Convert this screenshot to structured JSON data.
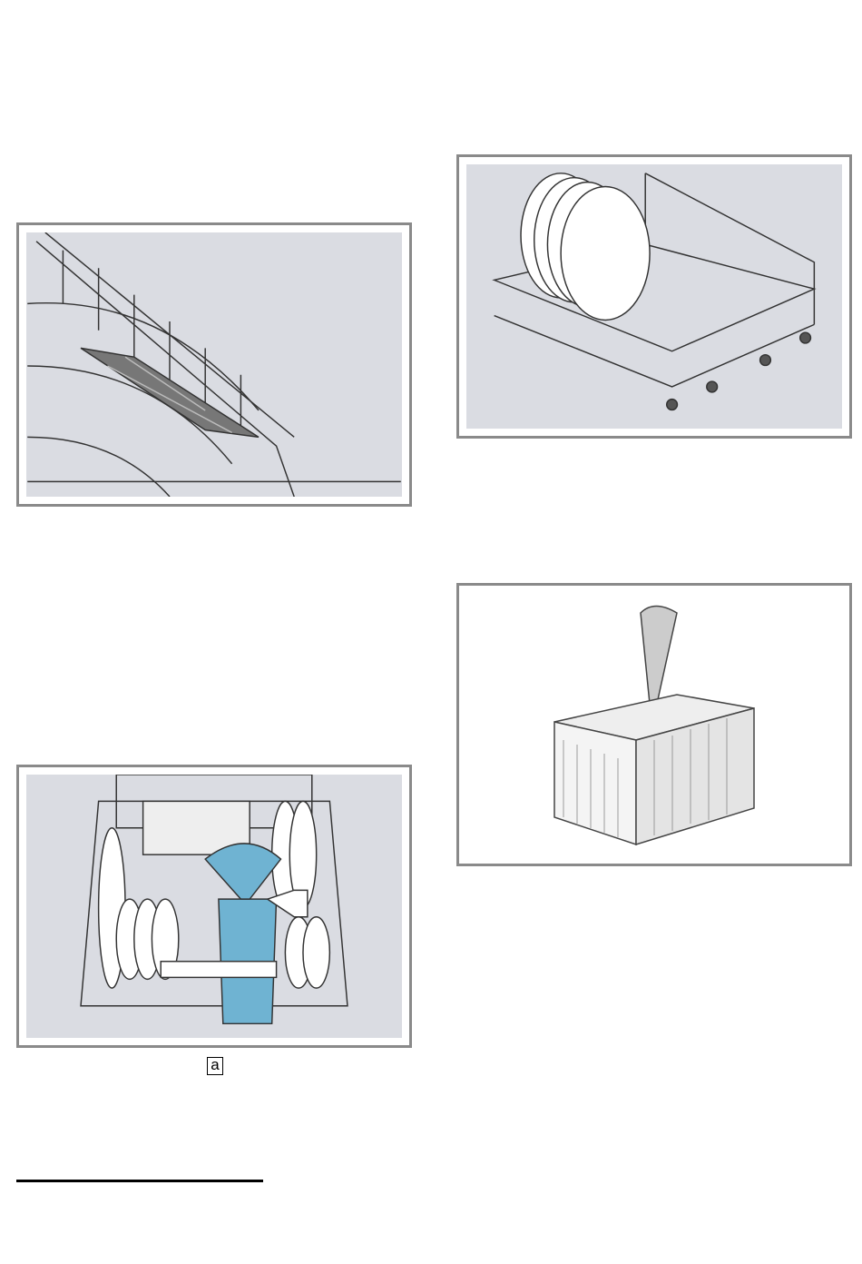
{
  "figures": [
    {
      "id": "rack-folding-tines",
      "label": ""
    },
    {
      "id": "lower-rack-plates",
      "label": ""
    },
    {
      "id": "cutlery-basket",
      "label": ""
    },
    {
      "id": "rack-loaded-with-cutlery-basket",
      "label": "a"
    }
  ],
  "colors": {
    "frame": "#8a8a8a",
    "panel": "#dadce2",
    "basket_blue": "#6fb3d2"
  }
}
